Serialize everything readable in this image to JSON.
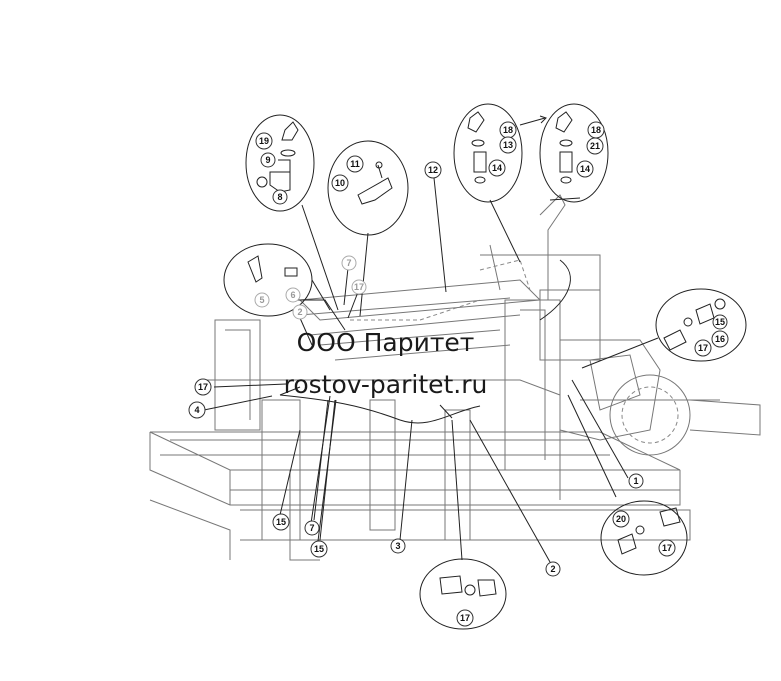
{
  "watermark": {
    "company": "ООО Паритет",
    "site": "rostov-paritet.ru"
  },
  "callouts": [
    {
      "id": "c19",
      "label": "19"
    },
    {
      "id": "c9",
      "label": "9"
    },
    {
      "id": "c8",
      "label": "8"
    },
    {
      "id": "c11",
      "label": "11"
    },
    {
      "id": "c10",
      "label": "10"
    },
    {
      "id": "c12",
      "label": "12"
    },
    {
      "id": "c18a",
      "label": "18"
    },
    {
      "id": "c13",
      "label": "13"
    },
    {
      "id": "c14a",
      "label": "14"
    },
    {
      "id": "c18b",
      "label": "18"
    },
    {
      "id": "c21",
      "label": "21"
    },
    {
      "id": "c14b",
      "label": "14"
    },
    {
      "id": "c7a",
      "label": "7"
    },
    {
      "id": "c17a",
      "label": "17"
    },
    {
      "id": "c5",
      "label": "5"
    },
    {
      "id": "c6",
      "label": "6"
    },
    {
      "id": "c2a",
      "label": "2"
    },
    {
      "id": "c15a",
      "label": "15"
    },
    {
      "id": "c17b",
      "label": "17"
    },
    {
      "id": "c16",
      "label": "16"
    },
    {
      "id": "c17c",
      "label": "17"
    },
    {
      "id": "c4",
      "label": "4"
    },
    {
      "id": "c1",
      "label": "1"
    },
    {
      "id": "c20",
      "label": "20"
    },
    {
      "id": "c17d",
      "label": "17"
    },
    {
      "id": "c15b",
      "label": "15"
    },
    {
      "id": "c7b",
      "label": "7"
    },
    {
      "id": "c3",
      "label": "3"
    },
    {
      "id": "c15c",
      "label": "15"
    },
    {
      "id": "c2b",
      "label": "2"
    },
    {
      "id": "c17e",
      "label": "17"
    }
  ]
}
